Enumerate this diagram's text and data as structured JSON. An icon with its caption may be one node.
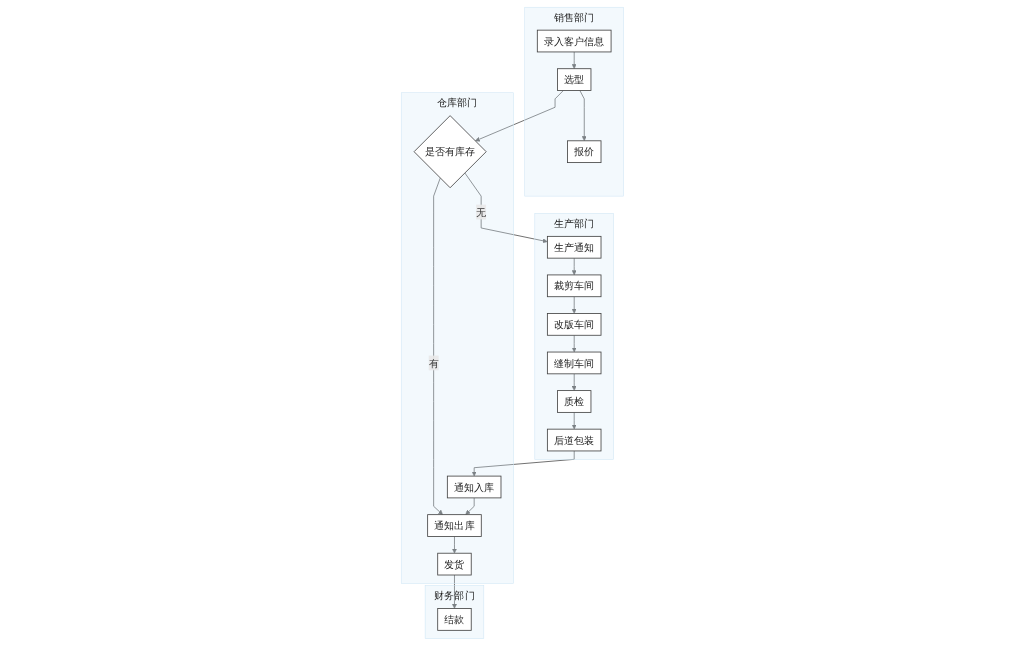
{
  "diagram": {
    "nodes": [
      {
        "text": [
          "销售部门"
        ]
      },
      {
        "text": [
          "生产部门"
        ]
      },
      {
        "text": [
          "仓库部门"
        ]
      },
      {
        "text": [
          "财务部门"
        ]
      },
      {
        "text": [
          "录入客户信息"
        ],
        "in": 0
      },
      {
        "text": [
          "选型"
        ],
        "in": 0
      },
      {
        "text": [
          "报价"
        ],
        "in": 0
      },
      {
        "text": [
          "是否有库存"
        ],
        "in": 2
      },
      {
        "text": [
          "生产通知"
        ],
        "in": 1
      },
      {
        "text": [
          "裁剪车间"
        ],
        "in": 1
      },
      {
        "text": [
          "改版车间"
        ],
        "in": 1
      },
      {
        "text": [
          "缝制车间"
        ],
        "in": 1
      },
      {
        "text": [
          "质检"
        ],
        "in": 1
      },
      {
        "text": [
          "后道包装"
        ],
        "in": 1
      },
      {
        "text": [
          "通知入库"
        ],
        "in": 2
      },
      {
        "text": [
          "通知出库"
        ],
        "in": 2
      },
      {
        "text": [
          "发货"
        ],
        "in": 2
      },
      {
        "text": [
          "结款"
        ],
        "in": 3
      }
    ],
    "edges": [
      {
        "from": 4,
        "to": 5,
        "arrow": "to"
      },
      {
        "from": 5,
        "to": 6,
        "arrow": "to"
      },
      {
        "from": 5,
        "to": 7,
        "arrow": "to"
      },
      {
        "from": 7,
        "to": 8,
        "label": "无",
        "arrow": "to"
      },
      {
        "from": 7,
        "to": 15,
        "label": "有",
        "arrow": "to"
      },
      {
        "from": 8,
        "to": 9,
        "arrow": "to"
      },
      {
        "from": 9,
        "to": 10,
        "arrow": "to"
      },
      {
        "from": 10,
        "to": 11,
        "arrow": "to"
      },
      {
        "from": 11,
        "to": 12,
        "arrow": "to"
      },
      {
        "from": 12,
        "to": 13,
        "arrow": "to"
      },
      {
        "from": 13,
        "to": 14,
        "arrow": "to"
      },
      {
        "from": 14,
        "to": 15,
        "arrow": "to"
      },
      {
        "from": 15,
        "to": 16,
        "arrow": "to"
      },
      {
        "from": 16,
        "to": 17,
        "arrow": "to"
      }
    ]
  }
}
